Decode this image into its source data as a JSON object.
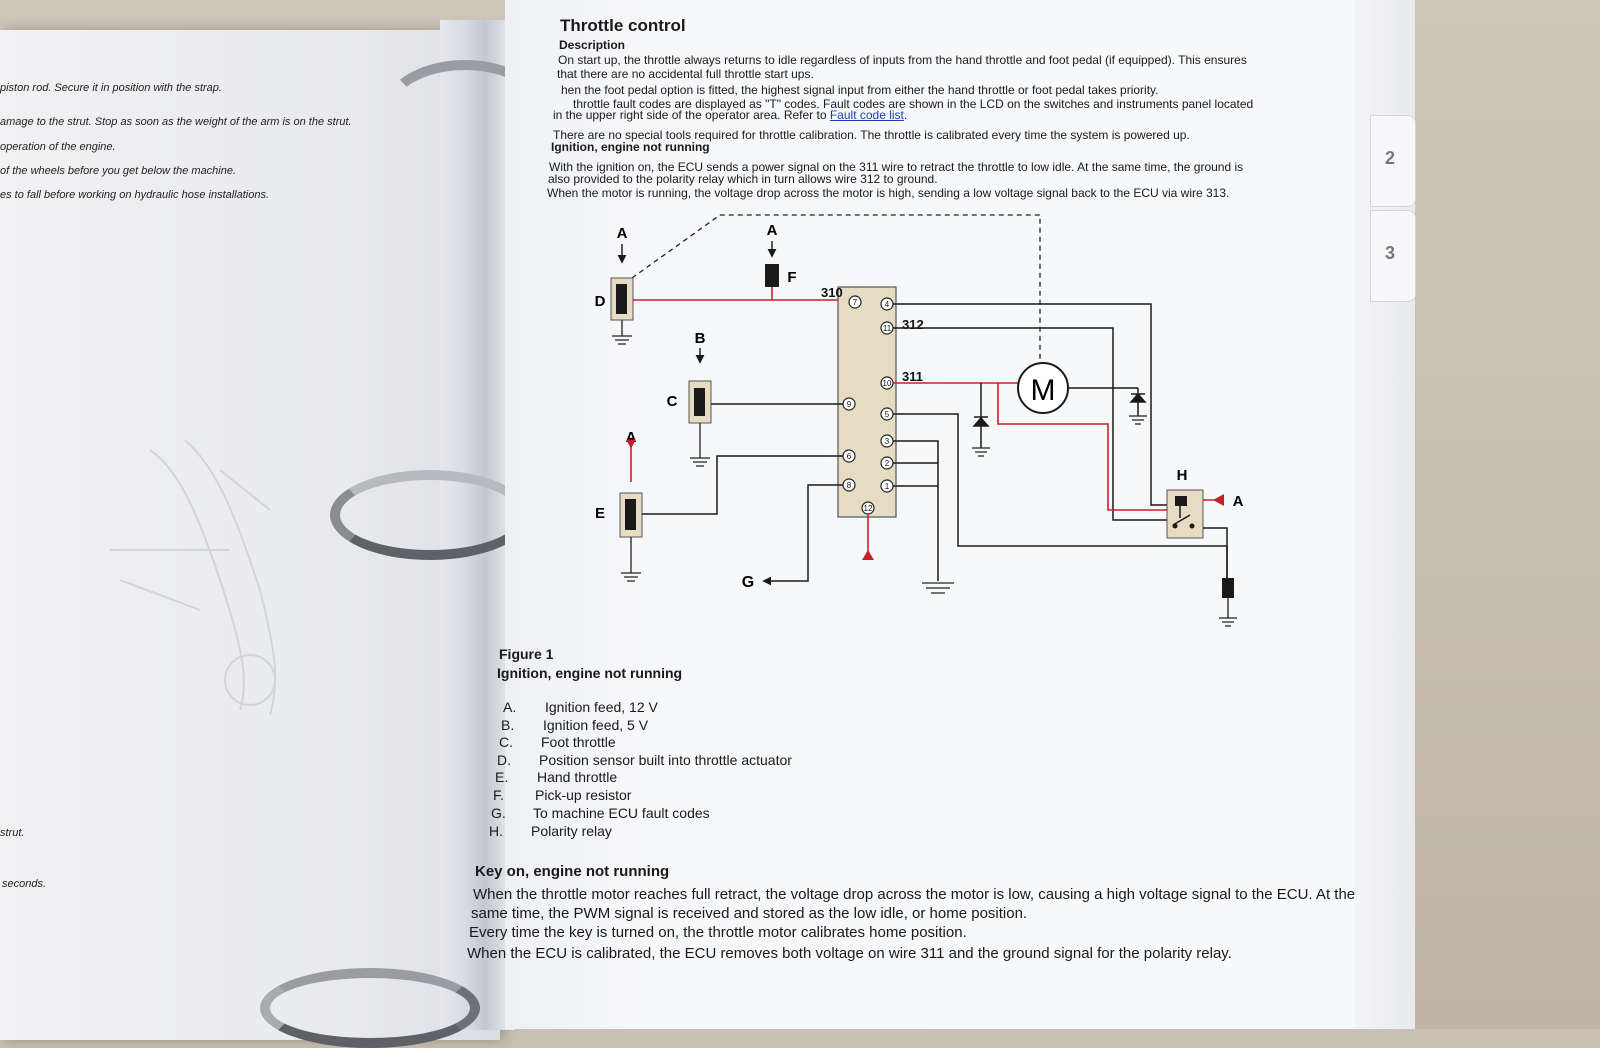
{
  "left_page": {
    "lines": [
      "piston rod. Secure it in position with the strap.",
      "amage to the strut. Stop as soon as the weight of the arm is on the strut.",
      "operation of the engine.",
      "of the wheels before you get below the machine.",
      "es to fall before working on hydraulic hose installations.",
      "strut.",
      "seconds."
    ]
  },
  "tabs": [
    "2",
    "3"
  ],
  "doc": {
    "title": "Throttle control",
    "description_heading": "Description",
    "description_lines": [
      "On start up, the throttle always returns to idle regardless of inputs from the hand throttle and foot pedal (if equipped). This ensures",
      "that there are no accidental full throttle start ups.",
      "hen the foot pedal option is fitted, the highest signal input from either the hand throttle or foot pedal takes priority.",
      "throttle fault codes are displayed as \"T\" codes. Fault codes are shown in the LCD on the switches and instruments panel located",
      "in the upper right side of the operator area. Refer to"
    ],
    "fault_link": "Fault code list",
    "period": ".",
    "calibration_line": "There are no special tools required for throttle calibration. The throttle is calibrated every time the system is powered up.",
    "ignition_heading": "Ignition, engine not running",
    "ignition_lines": [
      "With the ignition on, the ECU sends a power signal on the 311 wire to retract the throttle to low idle. At the same time, the ground is",
      "also provided to the polarity relay which in turn allows wire 312 to ground.",
      "When the motor is running, the voltage drop across the motor is high, sending a low voltage signal back to the ECU via wire 313."
    ],
    "figure": {
      "labels": {
        "A": "A",
        "B": "B",
        "C": "C",
        "D": "D",
        "E": "E",
        "F": "F",
        "G": "G",
        "H": "H",
        "M": "M",
        "w310": "310",
        "w312": "312",
        "w311": "311"
      },
      "pins": [
        "7",
        "4",
        "11",
        "10",
        "5",
        "9",
        "3",
        "6",
        "2",
        "8",
        "1",
        "12"
      ],
      "caption_title": "Figure 1",
      "caption_subtitle": "Ignition, engine not running",
      "legend": [
        {
          "key": "A.",
          "text": "Ignition feed, 12 V"
        },
        {
          "key": "B.",
          "text": "Ignition feed, 5 V"
        },
        {
          "key": "C.",
          "text": "Foot throttle"
        },
        {
          "key": "D.",
          "text": "Position sensor built into throttle actuator"
        },
        {
          "key": "E.",
          "text": "Hand throttle"
        },
        {
          "key": "F.",
          "text": "Pick-up resistor"
        },
        {
          "key": "G.",
          "text": "To machine ECU fault codes"
        },
        {
          "key": "H.",
          "text": "Polarity relay"
        }
      ]
    },
    "key_on_heading": "Key on, engine not running",
    "key_on_lines": [
      "When the throttle motor reaches full retract, the voltage drop across the motor is low, causing a high voltage signal to the ECU. At the",
      "same time, the PWM signal is received and stored as the low idle, or home position.",
      "Every time the key is turned on, the throttle motor calibrates home position.",
      "When the ECU is calibrated, the ECU removes both voltage on wire 311 and the ground signal for the polarity relay."
    ]
  },
  "colors": {
    "wire": "#1a1a1a",
    "power": "#c8202a",
    "ecu": "#e6dcc4",
    "link": "#1a3fb0"
  }
}
